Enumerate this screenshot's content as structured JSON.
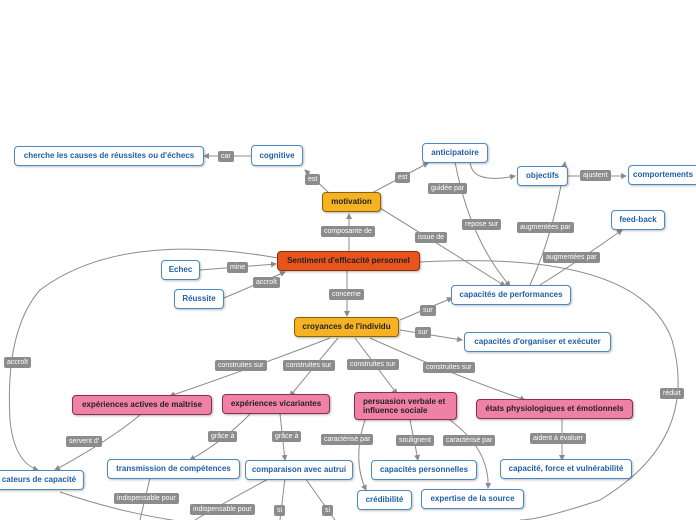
{
  "nodes": {
    "causes": "cherche les causes de réussites ou d'échecs",
    "cognitive": "cognitive",
    "anticipatoire": "anticipatoire",
    "objectifs": "objectifs",
    "comportements": "comportements",
    "motivation": "motivation",
    "feedback": "feed-back",
    "sentiment": "Sentiment d'efficacité personnel",
    "echec": "Echec",
    "reussite": "Réussite",
    "capacites_perf": "capacités de performances",
    "croyances": "croyances de l'individu",
    "capacites_org": "capacités d'organiser et exécuter",
    "exp_actives": "expériences actives de maîtrise",
    "exp_vicariantes": "expériences vicariantes",
    "persuasion": "persuasion verbale et influence sociale",
    "etats": "états physiologiques et émotionnels",
    "indicateurs": "cateurs de capacité",
    "transmission": "transmission de compétences",
    "comparaison": "comparaison avec autrui",
    "capacites_pers": "capacités personnelles",
    "credibilite": "crédibilité",
    "expertise": "expertise de la source",
    "capacite_force": "capacité, force et vulnérabilité"
  },
  "labels": {
    "car": "car",
    "est1": "est",
    "est2": "est",
    "guidee_par": "guidée par",
    "ajustent": "ajustent",
    "repose_sur": "repose sur",
    "augmentees_par1": "augmentées par",
    "augmentees_par2": "augmentées par",
    "issue_de": "issue de",
    "composante_de": "composante de",
    "mine": "mine",
    "accroit1": "accroît",
    "accroit2": "accroît",
    "concerne": "concerne",
    "sur1": "sur",
    "sur2": "sur",
    "reduit": "réduit",
    "construites_sur1": "construites sur",
    "construites_sur2": "construites sur",
    "construites_sur3": "construites sur",
    "construites_sur4": "construites sur",
    "servent_d": "servent d'",
    "grace_a1": "grâce à",
    "grace_a2": "grâce à",
    "caracterise_par1": "caractérisé par",
    "soulignent": "soulignent",
    "caracterise_par2": "caractérisé par",
    "aident_a_evaluer": "aident à évaluer",
    "indispensable_pour1": "indispensable pour",
    "indispensable_pour2": "indispensable pour",
    "si1": "si",
    "si2": "si"
  },
  "colors": {
    "connector": "#8c8c8c",
    "label_bg": "#8c8c8c",
    "blue_border": "#4a8ac4",
    "blue_text": "#1f5fa8",
    "orange": "#f5b324",
    "red": "#e8551c",
    "pink": "#f081a6"
  }
}
